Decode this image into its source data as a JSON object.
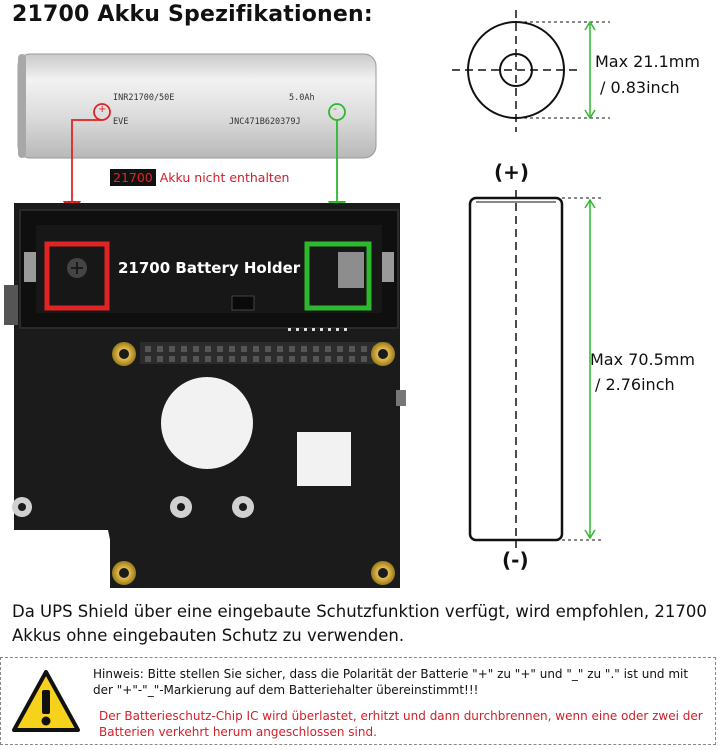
{
  "title": "21700 Akku Spezifikationen:",
  "battery_top": {
    "model": "INR21700/50E",
    "capacity": "5.0Ah",
    "brand": "EVE",
    "serial": "JNC471B620379J",
    "plus_mark": "+",
    "minus_mark": "-"
  },
  "not_included": {
    "badge": "21700",
    "text": " Akku nicht enthalten"
  },
  "holder_label": "21700 Battery Holder",
  "diameter": {
    "line1": "Max 21.1mm",
    "line2": "/ 0.83inch"
  },
  "length": {
    "line1": "Max 70.5mm",
    "line2": "/ 2.76inch"
  },
  "polarity": {
    "plus": "(+)",
    "minus": "(-)"
  },
  "paragraph": "Da UPS Shield über eine eingebaute Schutzfunktion verfügt, wird empfohlen, 21700 Akkus ohne eingebauten Schutz zu verwenden.",
  "warning": {
    "black": "Hinweis: Bitte stellen Sie sicher, dass die Polarität der Batterie \"+\" zu \"+\" und \"_\" zu \".\" ist und mit der \"+\"-\"_\"-Markierung auf dem Batteriehalter übereinstimmt!!!",
    "red": "Der Batterieschutz-Chip IC wird überlastet, erhitzt und dann durchbrennen, wenn eine oder zwei der Batterien verkehrt herum angeschlossen sind."
  },
  "colors": {
    "red": "#e02424",
    "green": "#2eb82e",
    "pcb": "#1c1c1c",
    "gold": "#c9a227"
  }
}
